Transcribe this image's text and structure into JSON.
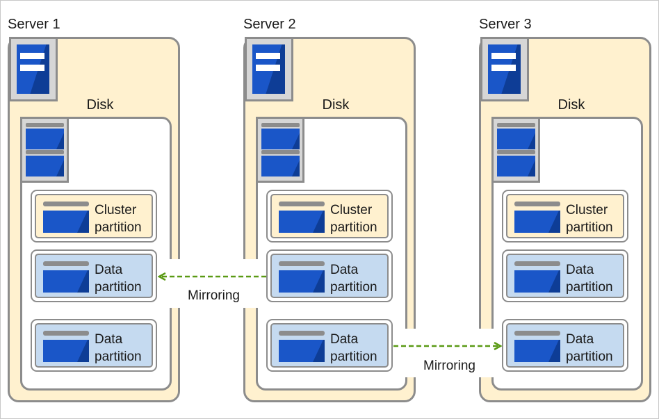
{
  "servers": [
    {
      "label": "Server 1",
      "disk_label": "Disk",
      "partitions": [
        {
          "kind": "cluster",
          "line1": "Cluster",
          "line2": "partition"
        },
        {
          "kind": "data",
          "line1": "Data",
          "line2": "partition"
        },
        {
          "kind": "data",
          "line1": "Data",
          "line2": "partition"
        }
      ]
    },
    {
      "label": "Server 2",
      "disk_label": "Disk",
      "partitions": [
        {
          "kind": "cluster",
          "line1": "Cluster",
          "line2": "partition"
        },
        {
          "kind": "data",
          "line1": "Data",
          "line2": "partition"
        },
        {
          "kind": "data",
          "line1": "Data",
          "line2": "partition"
        }
      ]
    },
    {
      "label": "Server 3",
      "disk_label": "Disk",
      "partitions": [
        {
          "kind": "cluster",
          "line1": "Cluster",
          "line2": "partition"
        },
        {
          "kind": "data",
          "line1": "Data",
          "line2": "partition"
        },
        {
          "kind": "data",
          "line1": "Data",
          "line2": "partition"
        }
      ]
    }
  ],
  "mirrors": [
    {
      "label": "Mirroring",
      "from_server": 2,
      "from_partition": 2,
      "to_server": 1,
      "to_partition": 2
    },
    {
      "label": "Mirroring",
      "from_server": 2,
      "from_partition": 3,
      "to_server": 3,
      "to_partition": 3
    }
  ],
  "colors": {
    "server_fill": "#fff1cf",
    "border_gray": "#8c8c8c",
    "icon_blue": "#1a56c8",
    "icon_dark_blue": "#0e3d96",
    "cluster_fill": "#fff1cf",
    "data_fill": "#c5daf0",
    "mirror_arrow": "#5a9a14"
  },
  "icons": {
    "server": "server-icon",
    "disk": "disk-icon",
    "partition": "partition-icon",
    "arrow": "dashed-arrow"
  }
}
